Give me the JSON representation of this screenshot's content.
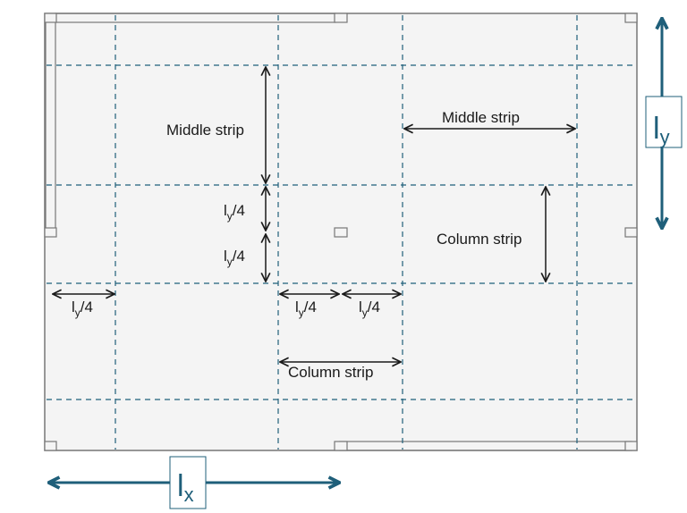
{
  "diagram": {
    "labels": {
      "middle_strip_vertical": "Middle strip",
      "middle_strip_horizontal": "Middle strip",
      "column_strip_vertical": "Column strip",
      "column_strip_horizontal": "Column strip"
    },
    "quarter_span": {
      "base": "l",
      "sub": "y",
      "suffix": "/4"
    },
    "ly_label": {
      "base": "l",
      "sub": "y"
    },
    "lx_label": {
      "base": "l",
      "sub": "x"
    },
    "colors": {
      "slab": "#f4f4f4",
      "outline": "#777777",
      "dashed": "#1f5f7a",
      "dimension": "#1a1a1a",
      "span_arrow": "#1f5f7a"
    }
  }
}
